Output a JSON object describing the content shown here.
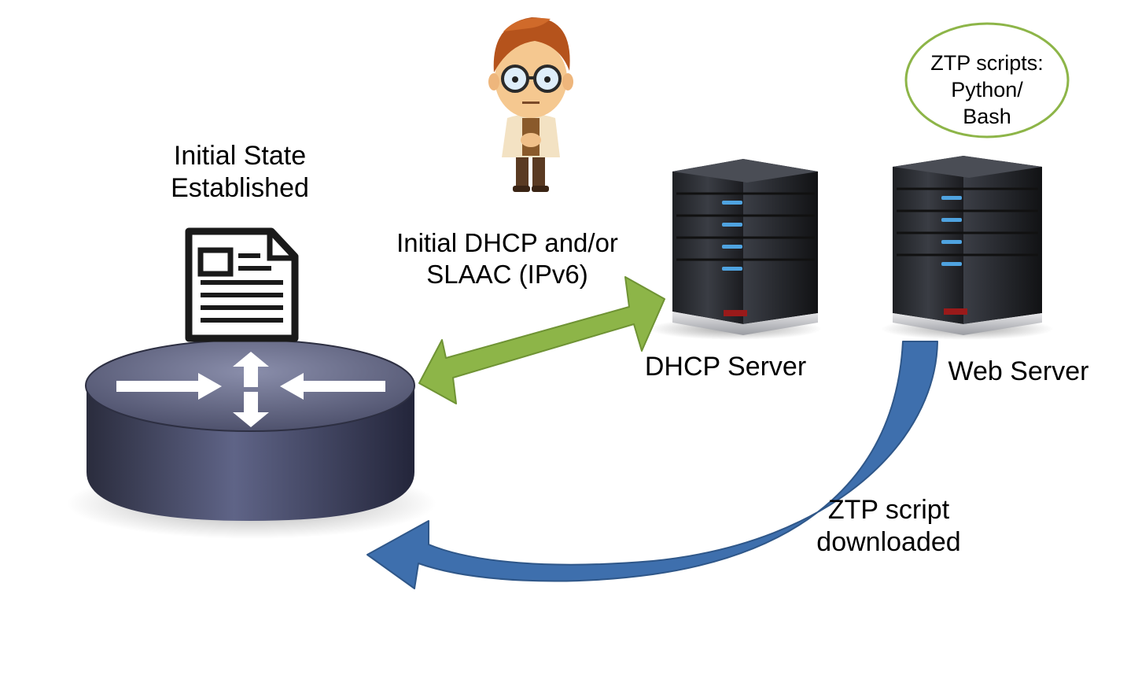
{
  "initial_state": {
    "line1": "Initial State",
    "line2": "Established"
  },
  "dhcp_exchange": {
    "line1": "Initial DHCP and/or",
    "line2": "SLAAC (IPv6)"
  },
  "dhcp_server": {
    "label": "DHCP Server"
  },
  "web_server": {
    "label": "Web Server"
  },
  "ztp_bubble": {
    "line1": "ZTP scripts:",
    "line2": "Python/",
    "line3": "Bash"
  },
  "ztp_download": {
    "line1": "ZTP script",
    "line2": "downloaded"
  },
  "colors": {
    "green_arrow": "#8db548",
    "blue_arrow": "#3e6fad",
    "bubble_border": "#8db548",
    "router_body": "#3e4259",
    "server_body": "#2b2d33",
    "server_led": "#4fa3e0"
  }
}
